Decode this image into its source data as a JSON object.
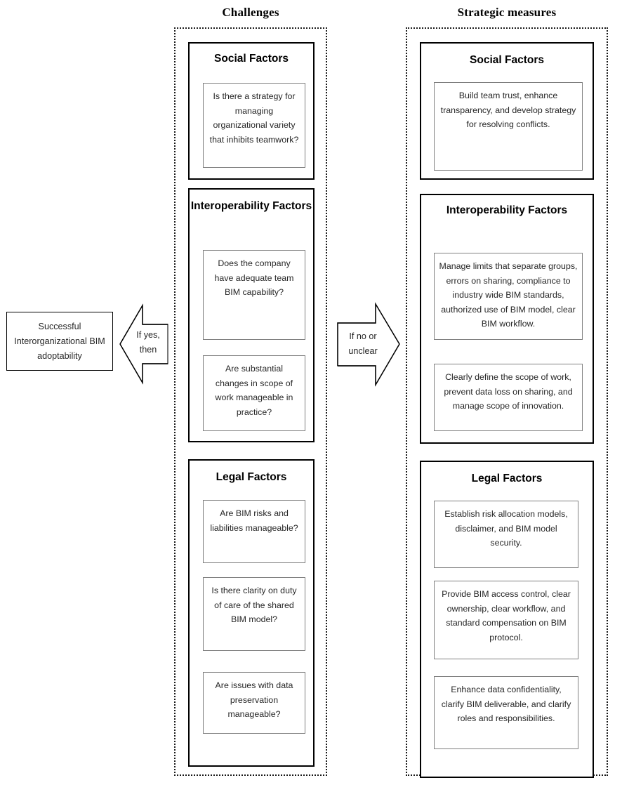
{
  "columns": {
    "challenges_title": "Challenges",
    "strategic_title": "Strategic measures"
  },
  "terminal": {
    "label": "Successful Interorganizational BIM adoptability"
  },
  "arrows": {
    "left": {
      "label": "If yes,\nthen",
      "direction": "left",
      "name": "if-yes-then-arrow"
    },
    "middle": {
      "label": "If no or\nunclear",
      "direction": "right",
      "name": "if-no-or-unclear-arrow"
    }
  },
  "challenges": {
    "panels": [
      {
        "title": "Social Factors",
        "items": [
          "Is there a strategy for managing organizational variety that inhibits teamwork?"
        ]
      },
      {
        "title": "Interoperability Factors",
        "items": [
          "Does the company have adequate team BIM capability?",
          "Are substantial changes in scope of work manageable in practice?"
        ]
      },
      {
        "title": "Legal Factors",
        "items": [
          "Are BIM risks and liabilities manageable?",
          "Is there clarity on duty of care of the shared BIM model?",
          "Are issues with data preservation manageable?"
        ]
      }
    ]
  },
  "strategic": {
    "panels": [
      {
        "title": "Social Factors",
        "items": [
          "Build team trust, enhance transparency, and develop strategy for resolving conflicts."
        ]
      },
      {
        "title": "Interoperability Factors",
        "items": [
          "Manage limits that separate groups, errors on sharing, compliance to industry wide BIM standards, authorized use of BIM model, clear BIM workflow.",
          "Clearly define the scope of work, prevent data loss on sharing, and manage scope of innovation."
        ]
      },
      {
        "title": "Legal Factors",
        "items": [
          "Establish risk allocation models, disclaimer, and BIM model security.",
          "Provide BIM access control, clear ownership, clear workflow, and standard compensation on BIM protocol.",
          "Enhance data confidentiality, clarify BIM deliverable, and clarify roles and responsibilities."
        ]
      }
    ]
  },
  "colors": {
    "panel_border": "#000000",
    "item_border": "#7f7f7f",
    "text": "#262626",
    "dotted_border": "#1a1a1a"
  }
}
